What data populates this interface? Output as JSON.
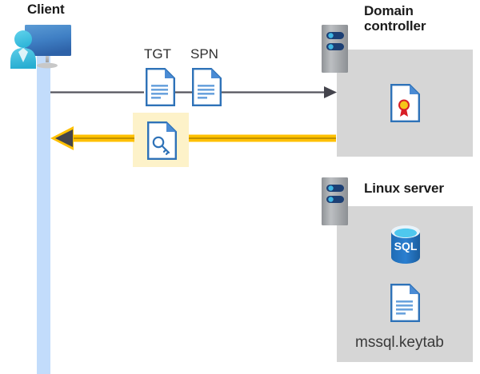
{
  "diagram": {
    "type": "kerberos-authentication-flow",
    "background_color": "#ffffff"
  },
  "client": {
    "title": "Client",
    "icon": "user-with-monitor-icon",
    "lifeline_color": "#c2dcfb"
  },
  "domain_controller": {
    "title_line1": "Domain",
    "title_line2": "controller",
    "title": "Domain controller",
    "icon": "server-rack-icon",
    "panel_color": "#d6d6d6",
    "contents": [
      {
        "name": "certificate-document",
        "icon": "certificate-doc-icon",
        "label": ""
      }
    ]
  },
  "linux_server": {
    "title": "Linux server",
    "icon": "server-rack-icon",
    "panel_color": "#d6d6d6",
    "contents": [
      {
        "name": "sql-database",
        "icon": "sql-database-icon",
        "label": "SQL"
      },
      {
        "name": "keytab-file",
        "icon": "document-icon",
        "label": "mssql.keytab"
      }
    ]
  },
  "messages": {
    "request": {
      "label_tgt": "TGT",
      "label_spn": "SPN",
      "arrow_color": "#4a4a52",
      "direction": "client-to-domain-controller",
      "documents": [
        {
          "name": "tgt-document",
          "icon": "document-icon",
          "label": "TGT"
        },
        {
          "name": "spn-document",
          "icon": "document-icon",
          "label": "SPN"
        }
      ]
    },
    "response": {
      "arrow_color": "#ffc000",
      "arrowhead_color": "#44444c",
      "highlight_color": "#fdf2c9",
      "direction": "domain-controller-to-client",
      "documents": [
        {
          "name": "service-ticket-document",
          "icon": "key-doc-icon",
          "label": ""
        }
      ]
    }
  },
  "colors": {
    "panel_gray": "#d6d6d6",
    "server_gray": "#a7a9ac",
    "server_dark": "#1c3f74",
    "doc_blue": "#4a8bd4",
    "doc_blue_dark": "#2e72b8",
    "sql_blue": "#1f6cb5",
    "yellow": "#ffc000",
    "highlight_yellow": "#fdf2c9",
    "lifeline_blue": "#c2dcfb",
    "line_gray": "#4a4a52",
    "text_dark": "#1b1b1b",
    "cert_red": "#d81f26",
    "cert_gold": "#f5c518"
  }
}
